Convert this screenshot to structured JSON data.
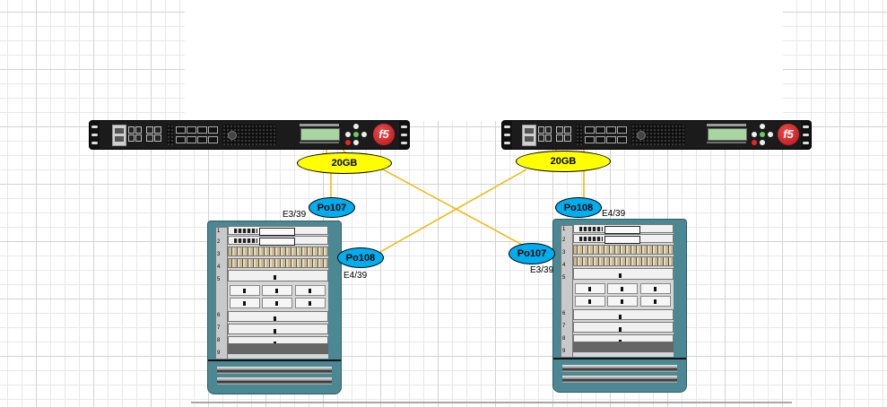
{
  "diagram": {
    "colors": {
      "link": "#f5b400",
      "bandwidth_fill": "#ffff00",
      "port_channel_fill": "#00aeef",
      "chassis": "#4b8893",
      "appliance": "#1b1b1b",
      "f5_logo": "#d0202a"
    },
    "appliances": [
      {
        "id": "f5-left",
        "type": "F5 BIG-IP appliance",
        "logo": "f5",
        "icon": "load-balancer-icon"
      },
      {
        "id": "f5-right",
        "type": "F5 BIG-IP appliance",
        "logo": "f5",
        "icon": "load-balancer-icon"
      }
    ],
    "switches": [
      {
        "id": "nexus-left",
        "type": "modular chassis switch",
        "slot_numbers": [
          "1",
          "2",
          "3",
          "4",
          "5",
          "6",
          "7",
          "8",
          "9"
        ],
        "icon": "chassis-switch-icon"
      },
      {
        "id": "nexus-right",
        "type": "modular chassis switch",
        "slot_numbers": [
          "1",
          "2",
          "3",
          "4",
          "5",
          "6",
          "7",
          "8",
          "9"
        ],
        "icon": "chassis-switch-icon"
      }
    ],
    "bandwidth_labels": [
      {
        "id": "bw-left",
        "text": "20GB"
      },
      {
        "id": "bw-right",
        "text": "20GB"
      }
    ],
    "port_channels": [
      {
        "id": "po-left-107",
        "text": "Po107",
        "interface": "E3/39"
      },
      {
        "id": "po-left-108",
        "text": "Po108",
        "interface": "E4/39"
      },
      {
        "id": "po-right-108",
        "text": "Po108",
        "interface": "E4/39"
      },
      {
        "id": "po-right-107",
        "text": "Po107",
        "interface": "E3/39"
      }
    ],
    "links": [
      {
        "from": "bw-left",
        "to": "po-left-107"
      },
      {
        "from": "bw-left",
        "to": "po-right-107"
      },
      {
        "from": "bw-right",
        "to": "po-left-108"
      },
      {
        "from": "bw-right",
        "to": "po-right-108"
      }
    ]
  }
}
